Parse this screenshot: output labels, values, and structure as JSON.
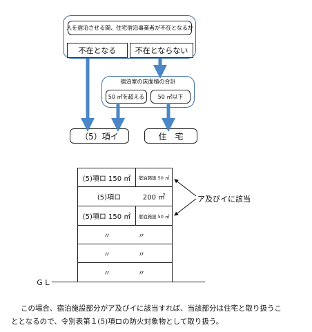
{
  "flowchart": {
    "question": "人を宿泊させる間、住宅宿泊事業者が不在となるか",
    "option_absent": "不在となる",
    "option_present": "不在とならない",
    "floor_area_title": "宿泊室の床面積の合計",
    "over_50": "50 ㎡を超える",
    "under_50": "50 ㎡以下",
    "result_5i": "（5）項イ",
    "result_house": "住　宅"
  },
  "building": {
    "rows": [
      {
        "use": "(5)項ロ 150 ㎡",
        "side": "宿泊施設 50 ㎡"
      },
      {
        "use": "(5)項ロ",
        "area": "200 ㎡"
      },
      {
        "use": "(5)項ロ 150 ㎡",
        "side": "宿泊施設 50 ㎡"
      },
      {
        "use": "〃",
        "area": "〃"
      },
      {
        "use": "〃",
        "area": "〃"
      },
      {
        "use": "〃",
        "area": "〃"
      }
    ],
    "callout": "ア及びイに該当",
    "ground_label": "ＧＬ"
  },
  "note": {
    "line1": "この場合、宿泊施設部分がア及びイに該当すれば、当該部分は住宅と取り扱うこ",
    "line2": "ととなるので、令別表第１(5)項ロの防火対象物として取り扱う。"
  }
}
